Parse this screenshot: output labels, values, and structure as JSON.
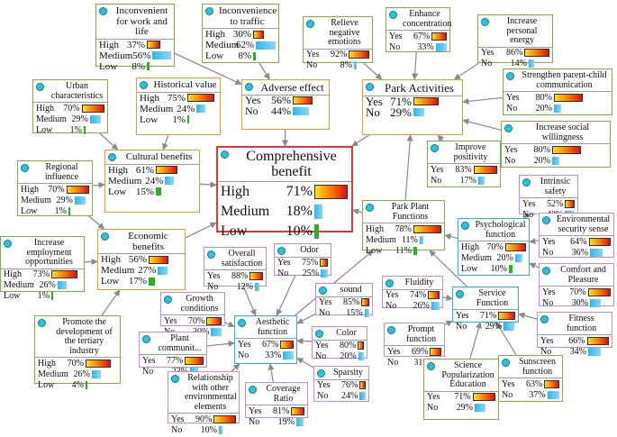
{
  "nodes": {
    "inconvenient_work": {
      "title": "Inconvenient for work and life",
      "states": [
        {
          "label": "High",
          "value": "37%"
        },
        {
          "label": "Medium",
          "value": "56%"
        },
        {
          "label": "Low",
          "value": "8%"
        }
      ]
    },
    "inconvenience_traffic": {
      "title": "Inconvenience to traffic",
      "states": [
        {
          "label": "High",
          "value": "30%"
        },
        {
          "label": "Medium",
          "value": "62%"
        },
        {
          "label": "Low",
          "value": "8%"
        }
      ]
    },
    "relieve_negative": {
      "title": "Relieve negative emotions",
      "states": [
        {
          "label": "Yes",
          "value": "92%"
        },
        {
          "label": "No",
          "value": "8%"
        }
      ]
    },
    "enhance_concentration": {
      "title": "Enhance concentration",
      "states": [
        {
          "label": "Yes",
          "value": "67%"
        },
        {
          "label": "No",
          "value": "33%"
        }
      ]
    },
    "increase_energy": {
      "title": "Increase personal energy",
      "states": [
        {
          "label": "Yes",
          "value": "86%"
        },
        {
          "label": "No",
          "value": "14%"
        }
      ]
    },
    "urban_characteristics": {
      "title": "Urban characteristics",
      "states": [
        {
          "label": "High",
          "value": "70%"
        },
        {
          "label": "Medium",
          "value": "29%"
        },
        {
          "label": "Low",
          "value": "1%"
        }
      ]
    },
    "historical_value": {
      "title": "Historical value",
      "states": [
        {
          "label": "High",
          "value": "75%"
        },
        {
          "label": "Medium",
          "value": "24%"
        },
        {
          "label": "Low",
          "value": "1%"
        }
      ]
    },
    "adverse_effect": {
      "title": "Adverse effect",
      "states": [
        {
          "label": "Yes",
          "value": "56%"
        },
        {
          "label": "No",
          "value": "44%"
        }
      ]
    },
    "park_activities": {
      "title": "Park Activities",
      "states": [
        {
          "label": "Yes",
          "value": "71%"
        },
        {
          "label": "No",
          "value": "29%"
        }
      ]
    },
    "parent_child": {
      "title": "Strengthen parent-child communication",
      "states": [
        {
          "label": "Yes",
          "value": "80%"
        },
        {
          "label": "No",
          "value": "20%"
        }
      ]
    },
    "regional_influence": {
      "title": "Regional influence",
      "states": [
        {
          "label": "High",
          "value": "70%"
        },
        {
          "label": "Medium",
          "value": "29%"
        },
        {
          "label": "Low",
          "value": "1%"
        }
      ]
    },
    "cultural_benefits": {
      "title": "Cultural benefits",
      "states": [
        {
          "label": "High",
          "value": "61%"
        },
        {
          "label": "Medium",
          "value": "24%"
        },
        {
          "label": "Low",
          "value": "15%"
        }
      ]
    },
    "comprehensive_benefit": {
      "title": "Comprehensive benefit",
      "states": [
        {
          "label": "High",
          "value": "71%"
        },
        {
          "label": "Medium",
          "value": "18%"
        },
        {
          "label": "Low",
          "value": "10%"
        }
      ]
    },
    "improve_positivity": {
      "title": "Improve positivity",
      "states": [
        {
          "label": "Yes",
          "value": "83%"
        },
        {
          "label": "No",
          "value": "17%"
        }
      ]
    },
    "social_willingness": {
      "title": "Increase social willingness",
      "states": [
        {
          "label": "Yes",
          "value": "80%"
        },
        {
          "label": "No",
          "value": "20%"
        }
      ]
    },
    "intrinsic_safety": {
      "title": "Intrinsic safety",
      "states": [
        {
          "label": "Yes",
          "value": "52%"
        },
        {
          "label": "No",
          "value": "48%"
        }
      ]
    },
    "increase_employment": {
      "title": "Increase employment opportunities",
      "states": [
        {
          "label": "High",
          "value": "73%"
        },
        {
          "label": "Medium",
          "value": "26%"
        },
        {
          "label": "Low",
          "value": "1%"
        }
      ]
    },
    "economic_benefits": {
      "title": "Economic benefits",
      "states": [
        {
          "label": "High",
          "value": "56%"
        },
        {
          "label": "Medium",
          "value": "27%"
        },
        {
          "label": "Low",
          "value": "17%"
        }
      ]
    },
    "overall_satisfaction": {
      "title": "Overall satisfaction",
      "states": [
        {
          "label": "Yes",
          "value": "88%"
        },
        {
          "label": "No",
          "value": "12%"
        }
      ]
    },
    "odor": {
      "title": "Odor",
      "states": [
        {
          "label": "Yes",
          "value": "75%"
        },
        {
          "label": "No",
          "value": "25%"
        }
      ]
    },
    "park_plant_functions": {
      "title": "Park Plant Functions",
      "states": [
        {
          "label": "High",
          "value": "78%"
        },
        {
          "label": "Medium",
          "value": "11%"
        },
        {
          "label": "Low",
          "value": "11%"
        }
      ]
    },
    "psychological_function": {
      "title": "Psychological function",
      "states": [
        {
          "label": "High",
          "value": "70%"
        },
        {
          "label": "Medium",
          "value": "20%"
        },
        {
          "label": "Low",
          "value": "10%"
        }
      ]
    },
    "environmental_security": {
      "title": "Environmental security sense",
      "states": [
        {
          "label": "Yes",
          "value": "64%"
        },
        {
          "label": "No",
          "value": "36%"
        }
      ]
    },
    "growth_conditions": {
      "title": "Growth conditions",
      "states": [
        {
          "label": "Yes",
          "value": "70%"
        },
        {
          "label": "No",
          "value": "30%"
        }
      ]
    },
    "sound": {
      "title": "sound",
      "states": [
        {
          "label": "Yes",
          "value": "85%"
        },
        {
          "label": "No",
          "value": "15%"
        }
      ]
    },
    "fluidity": {
      "title": "Fluidity",
      "states": [
        {
          "label": "Yes",
          "value": "74%"
        },
        {
          "label": "No",
          "value": "26%"
        }
      ]
    },
    "comfort_pleasure": {
      "title": "Comfort and Pleasure",
      "states": [
        {
          "label": "Yes",
          "value": "70%"
        },
        {
          "label": "No",
          "value": "30%"
        }
      ]
    },
    "service_function": {
      "title": "Service Function",
      "states": [
        {
          "label": "Yes",
          "value": "71%"
        },
        {
          "label": "No",
          "value": "29%"
        }
      ]
    },
    "promote_tertiary": {
      "title": "Promote the development of the tertiary industry",
      "states": [
        {
          "label": "High",
          "value": "70%"
        },
        {
          "label": "Medium",
          "value": "26%"
        },
        {
          "label": "Low",
          "value": "4%"
        }
      ]
    },
    "plant_community": {
      "title": "Plant communit...",
      "states": [
        {
          "label": "Yes",
          "value": "77%"
        },
        {
          "label": "No",
          "value": "23%"
        }
      ]
    },
    "aesthetic_function": {
      "title": "Aesthetic function",
      "states": [
        {
          "label": "Yes",
          "value": "67%"
        },
        {
          "label": "No",
          "value": "33%"
        }
      ]
    },
    "color": {
      "title": "Color",
      "states": [
        {
          "label": "Yes",
          "value": "80%"
        },
        {
          "label": "No",
          "value": "20%"
        }
      ]
    },
    "prompt_function": {
      "title": "Prompt function",
      "states": [
        {
          "label": "Yes",
          "value": "69%"
        },
        {
          "label": "No",
          "value": "31%"
        }
      ]
    },
    "fitness_function": {
      "title": "Fitness function",
      "states": [
        {
          "label": "Yes",
          "value": "66%"
        },
        {
          "label": "No",
          "value": "34%"
        }
      ]
    },
    "relationship_env": {
      "title": "Relationship with other environmental elements",
      "states": [
        {
          "label": "Yes",
          "value": "90%"
        },
        {
          "label": "No",
          "value": "10%"
        }
      ]
    },
    "coverage_ratio": {
      "title": "Coverage Ratio",
      "states": [
        {
          "label": "Yes",
          "value": "81%"
        },
        {
          "label": "No",
          "value": "19%"
        }
      ]
    },
    "sparsity": {
      "title": "Sparsity",
      "states": [
        {
          "label": "Yes",
          "value": "76%"
        },
        {
          "label": "No",
          "value": "24%"
        }
      ]
    },
    "science_education": {
      "title": "Science Popularization Education",
      "states": [
        {
          "label": "Yes",
          "value": "71%"
        },
        {
          "label": "No",
          "value": "29%"
        }
      ]
    },
    "sunscreen_function": {
      "title": "Sunscreen function",
      "states": [
        {
          "label": "Yes",
          "value": "63%"
        },
        {
          "label": "No",
          "value": "37%"
        }
      ]
    }
  },
  "colors": {
    "border_green": "#7cb342",
    "border_orange": "#ef9a2a",
    "border_red": "#e53935",
    "border_cyan": "#29b6d6",
    "border_violet": "#c58be8",
    "node_dot": "#25c6d9",
    "edge": "#8a8a8a"
  }
}
